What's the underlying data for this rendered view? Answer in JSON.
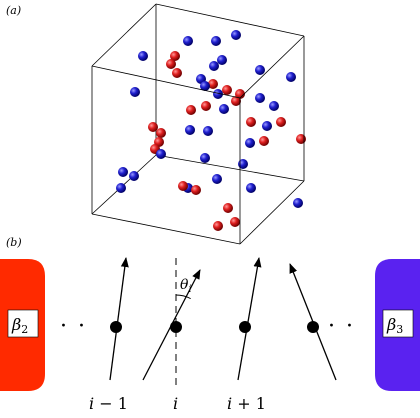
{
  "panel_a": {
    "label": "(a)",
    "sphere_colors": {
      "red": "#d01818",
      "blue": "#1c1cc0"
    }
  },
  "panel_b": {
    "label": "(b)",
    "left_reservoir": {
      "label": "β",
      "subscript": "2",
      "color": "#ff2a00"
    },
    "right_reservoir": {
      "label": "β",
      "subscript": "3",
      "color": "#5a22f0"
    },
    "ellipsis_left": "· ·",
    "ellipsis_right": "· ·",
    "angle_label": {
      "symbol": "θ",
      "subscript": "i"
    },
    "site_labels": [
      {
        "var": "i",
        "rest": " − 1"
      },
      {
        "var": "i",
        "rest": ""
      },
      {
        "var": "i",
        "rest": " + 1"
      }
    ]
  }
}
